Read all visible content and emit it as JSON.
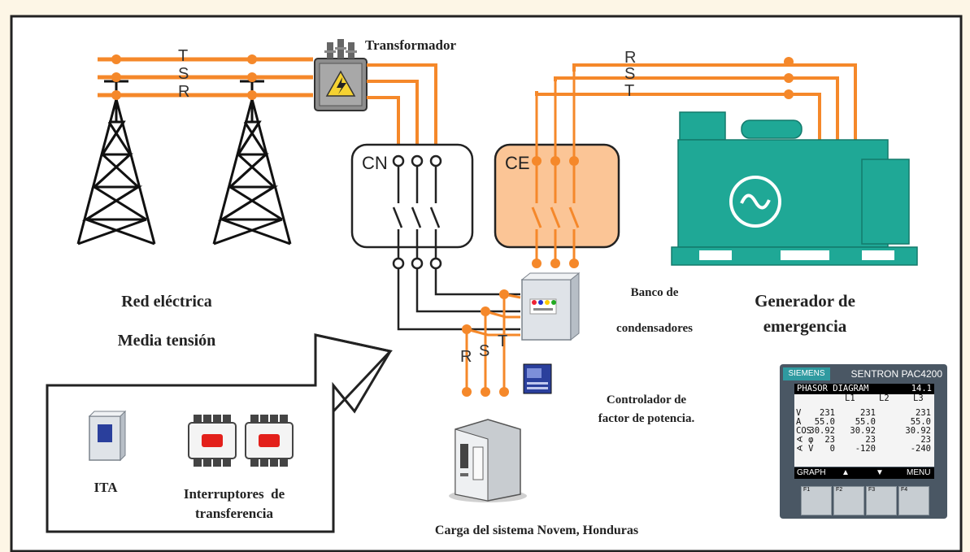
{
  "labels": {
    "transformer": "Transformador",
    "grid_line1": "Red eléctrica",
    "grid_line2": "Media tensión",
    "cap_bank_line1": "Banco de",
    "cap_bank_line2": "condensadores",
    "generator_line1": "Generador de",
    "generator_line2": "emergencia",
    "pf_controller_line1": "Controlador de",
    "pf_controller_line2": "factor de potencia.",
    "ita": "ITA",
    "transfer_line1": "Interruptores  de",
    "transfer_line2": "transferencia",
    "load": "Carga del sistema Novem, Honduras",
    "cn_box": "CN",
    "ce_box": "CE"
  },
  "phases": {
    "grid": [
      "T",
      "S",
      "R"
    ],
    "generator": [
      "R",
      "S",
      "T"
    ],
    "load": [
      "R",
      "S",
      "T"
    ]
  },
  "meter": {
    "brand": "SIEMENS",
    "model": "SENTRON PAC4200",
    "screen_title": "PHASOR DIAGRAM",
    "screen_code": "14.1",
    "columns": [
      "L1",
      "L2",
      "L3"
    ],
    "rows": [
      {
        "label": "V",
        "values": [
          "231",
          "231",
          "231"
        ]
      },
      {
        "label": "A",
        "values": [
          "55.0",
          "55.0",
          "55.0"
        ]
      },
      {
        "label": "COS",
        "values": [
          "30.92",
          "30.92",
          "30.92"
        ]
      },
      {
        "label": "∢ φ",
        "values": [
          "23",
          "23",
          "23"
        ]
      },
      {
        "label": "∢ V",
        "values": [
          "0",
          "-120",
          "-240"
        ]
      }
    ],
    "softkeys": [
      "GRAPH",
      "▲",
      "▼",
      "MENU"
    ],
    "fkeys": [
      "F1",
      "F2",
      "F3",
      "F4"
    ]
  },
  "colors": {
    "line_orange": "#f5882a",
    "box_orange": "#fbc596",
    "generator_green": "#1fa896",
    "frame": "#222222"
  }
}
